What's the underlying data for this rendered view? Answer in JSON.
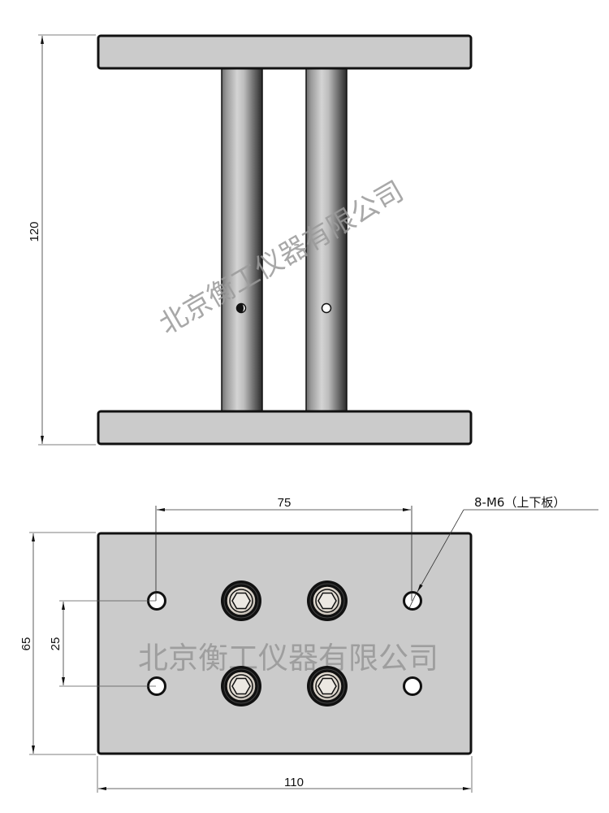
{
  "drawing": {
    "front_view": {
      "height_dimension": "120",
      "plate_color": "#cbcbcb",
      "outline_color": "#111111"
    },
    "top_view": {
      "hole_spacing_horizontal": "75",
      "hole_spacing_vertical": "25",
      "plate_height_dimension": "65",
      "plate_width_dimension": "110",
      "hole_callout": "8-M6（上下板）",
      "plate_color": "#cbcbcb"
    },
    "watermark": {
      "text": "北京衡工仪器有限公司",
      "color": "#9a9a9a"
    }
  }
}
